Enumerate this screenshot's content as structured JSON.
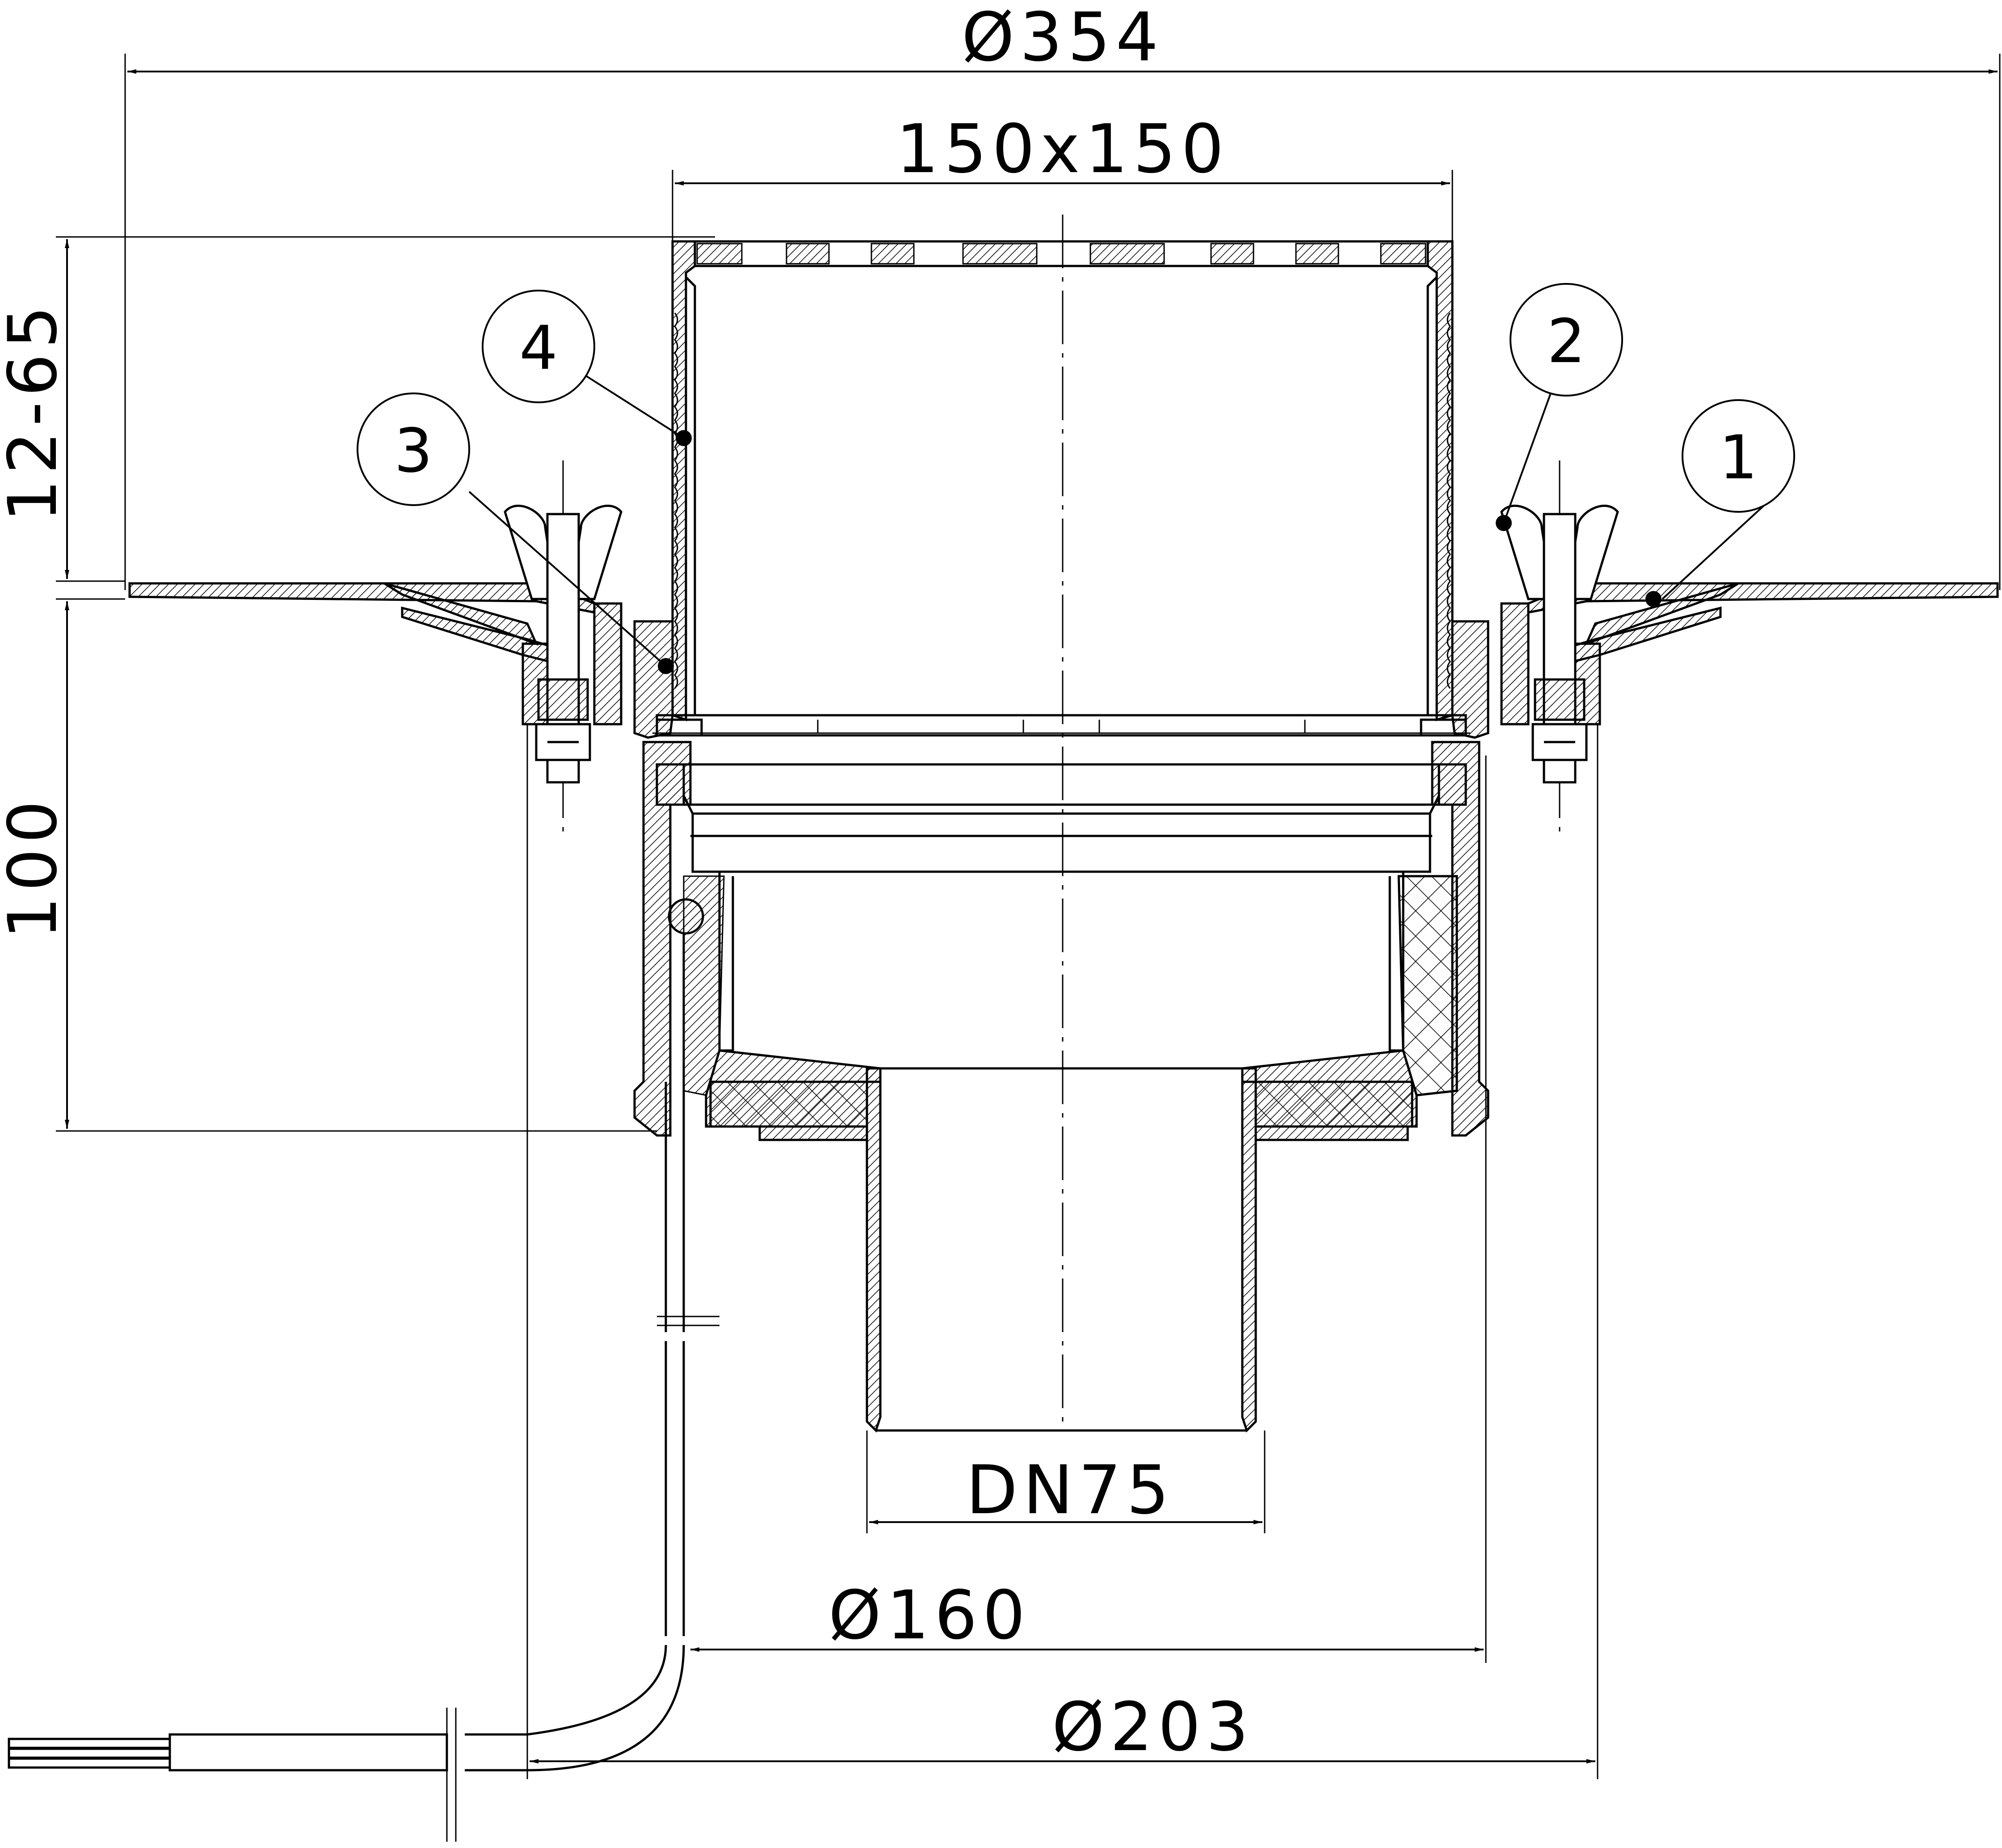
{
  "dimensions": {
    "overall_diameter": "Ø354",
    "grate_size": "150x150",
    "height_adjust": "12-65",
    "body_height": "100",
    "outlet": "DN75",
    "diameter_160": "Ø160",
    "diameter_203": "Ø203"
  },
  "callouts": [
    "1",
    "2",
    "3",
    "4"
  ]
}
